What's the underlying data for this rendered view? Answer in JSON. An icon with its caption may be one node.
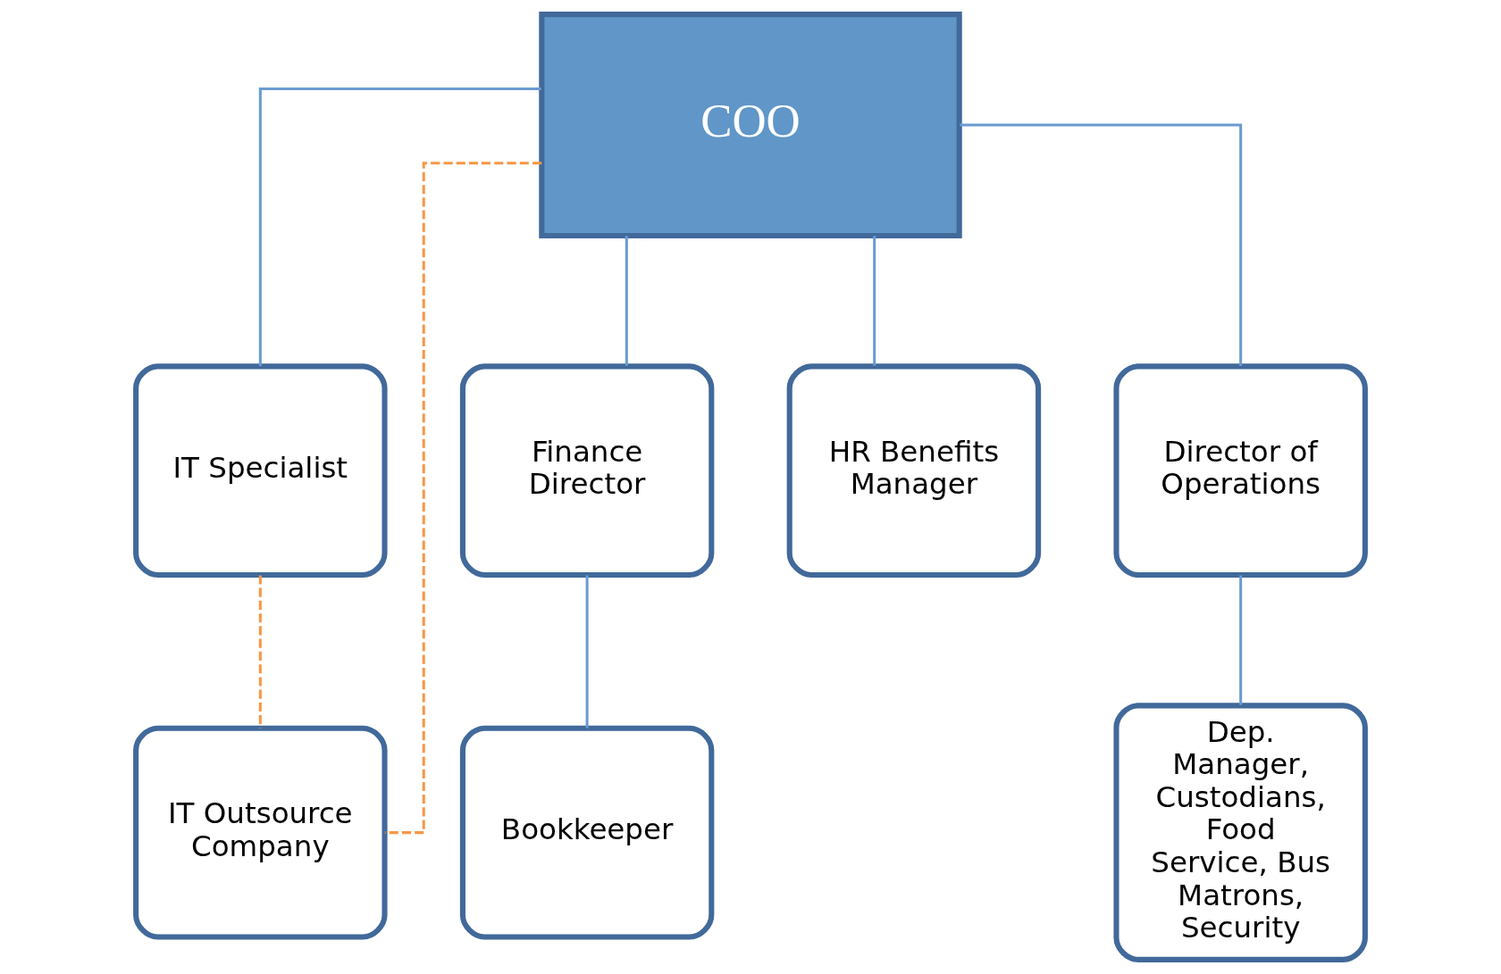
{
  "diagram": {
    "nodes": [
      {
        "text": [
          "COO"
        ]
      },
      {
        "text": [
          "IT Specialist"
        ]
      },
      {
        "text": [
          "Finance Director"
        ]
      },
      {
        "text": [
          "HR Benefits Manager"
        ]
      },
      {
        "text": [
          "Director of Operations"
        ]
      },
      {
        "text": [
          "IT Outsource Company"
        ]
      },
      {
        "text": [
          "Bookkeeper"
        ]
      },
      {
        "text": [
          "Dep. Manager, Custodians, Food Service, Bus Matrons, Security"
        ]
      }
    ],
    "edges": [
      {
        "from": 0,
        "to": 1,
        "arrow": "none"
      },
      {
        "from": 0,
        "to": 2,
        "arrow": "none"
      },
      {
        "from": 0,
        "to": 3,
        "arrow": "none"
      },
      {
        "from": 0,
        "to": 4,
        "arrow": "none"
      },
      {
        "from": 0,
        "to": 5,
        "arrow": "none",
        "style": "dashed",
        "color": "#f79646"
      },
      {
        "from": 1,
        "to": 5,
        "arrow": "none",
        "style": "dashed",
        "color": "#f79646"
      },
      {
        "from": 2,
        "to": 6,
        "arrow": "none"
      },
      {
        "from": 4,
        "to": 7,
        "arrow": "none"
      }
    ]
  }
}
